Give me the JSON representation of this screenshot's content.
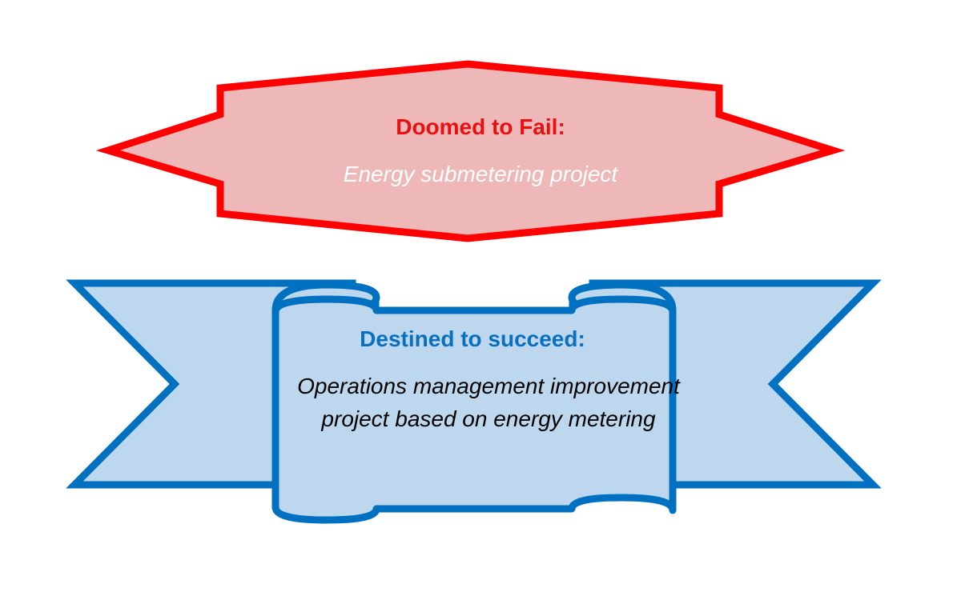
{
  "fail": {
    "title": "Doomed to Fail:",
    "subtitle": "Energy submetering project",
    "fill": "#efb8b8",
    "stroke": "#ff0000",
    "title_color": "#e81010"
  },
  "success": {
    "title": "Destined to succeed:",
    "body": "Operations management improvement project based on energy metering",
    "fill": "#bdd7ee",
    "stroke": "#0070c0",
    "title_color": "#0a6fbd"
  }
}
